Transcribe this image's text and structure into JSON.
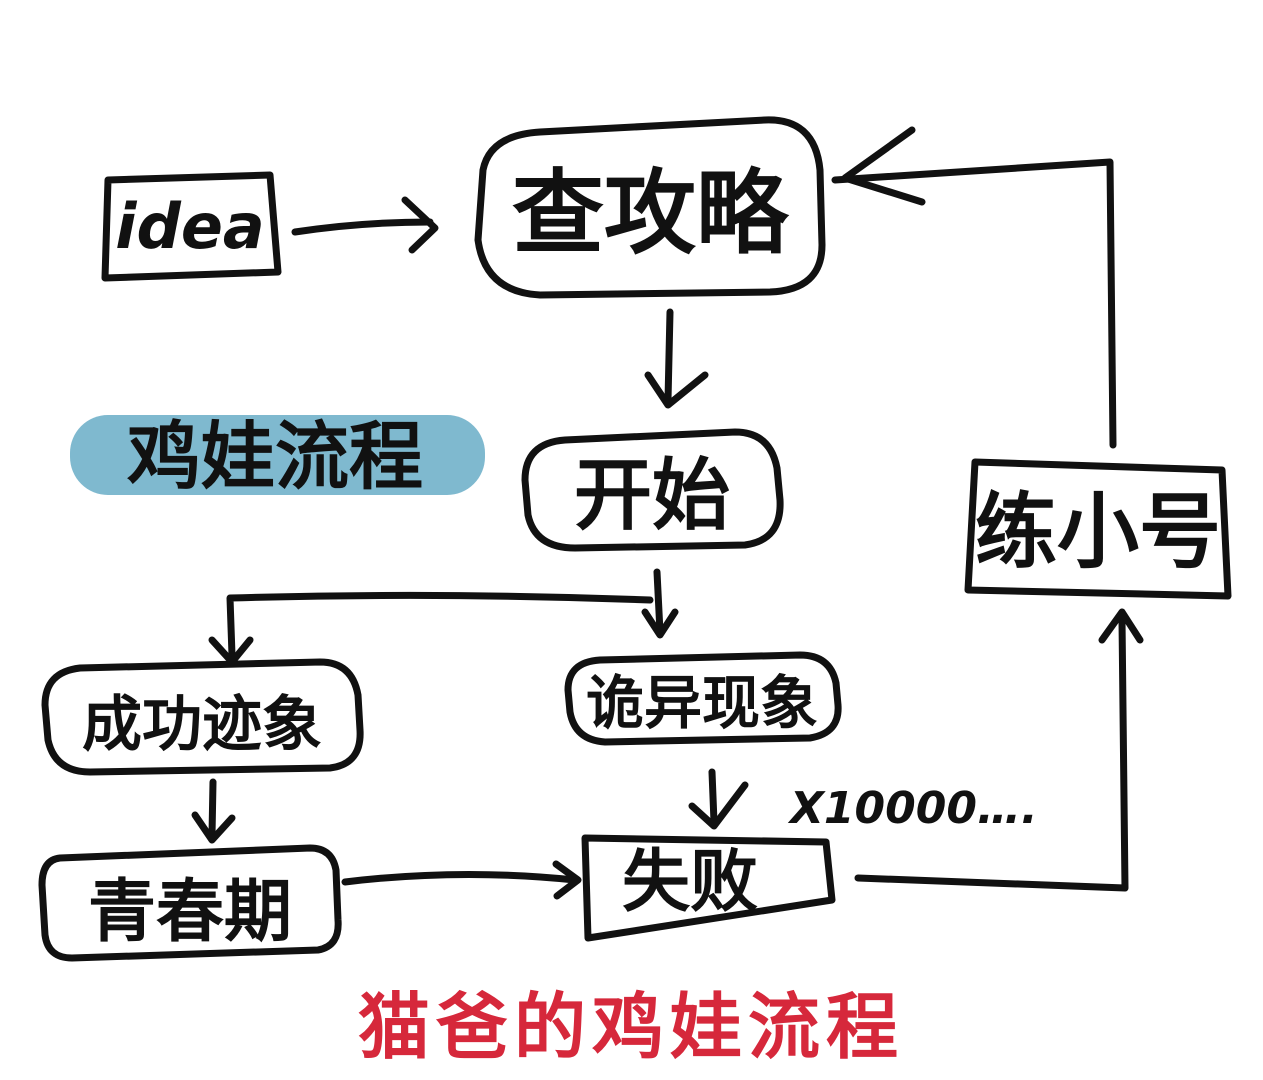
{
  "diagram": {
    "title_highlight": "鸡娃流程",
    "caption": "猫爸的鸡娃流程",
    "repeat_note": "X10000….",
    "nodes": {
      "idea": "idea",
      "research": "查攻略",
      "start": "开始",
      "weird": "诡异现象",
      "success": "成功迹象",
      "puberty": "青春期",
      "fail": "失败",
      "practice": "练小号"
    }
  },
  "colors": {
    "ink": "#111111",
    "highlight": "#7fb9cf",
    "caption": "#d6283b"
  }
}
